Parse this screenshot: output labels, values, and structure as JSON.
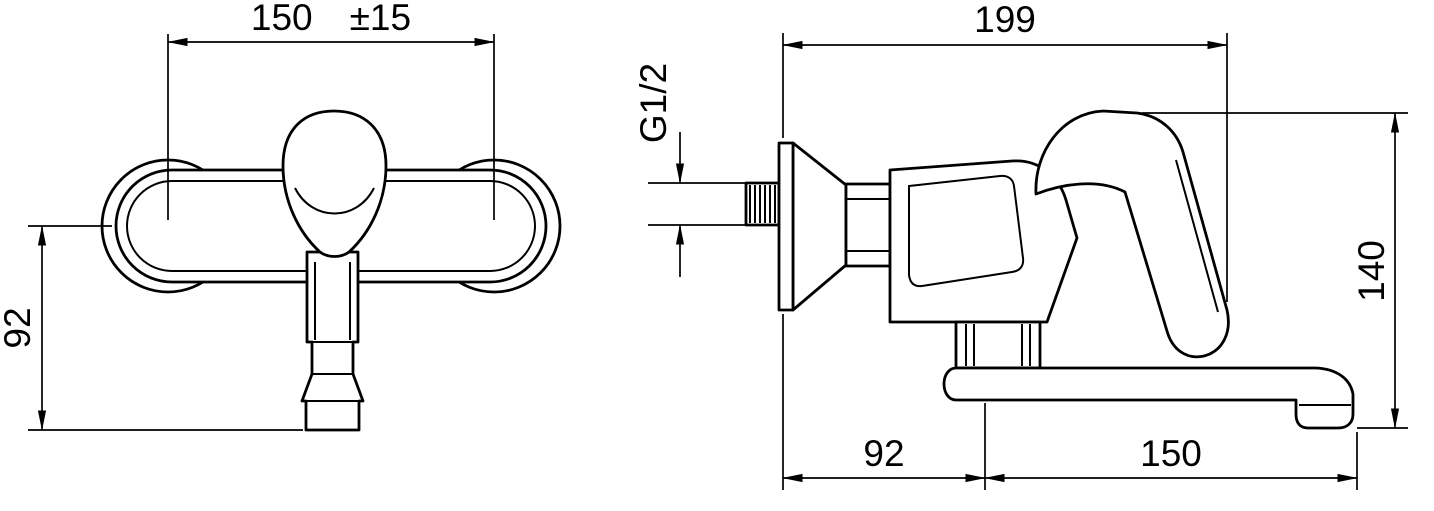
{
  "drawing": {
    "background_color": "#ffffff",
    "line_color": "#000000",
    "front_view": {
      "dim_center_distance": "150 ±15",
      "dim_spout_drop": "92"
    },
    "side_view": {
      "dim_depth": "199",
      "thread_size": "G1/2",
      "dim_height": "140",
      "dim_wall_to_riser": "92",
      "dim_spout_reach": "150"
    }
  }
}
